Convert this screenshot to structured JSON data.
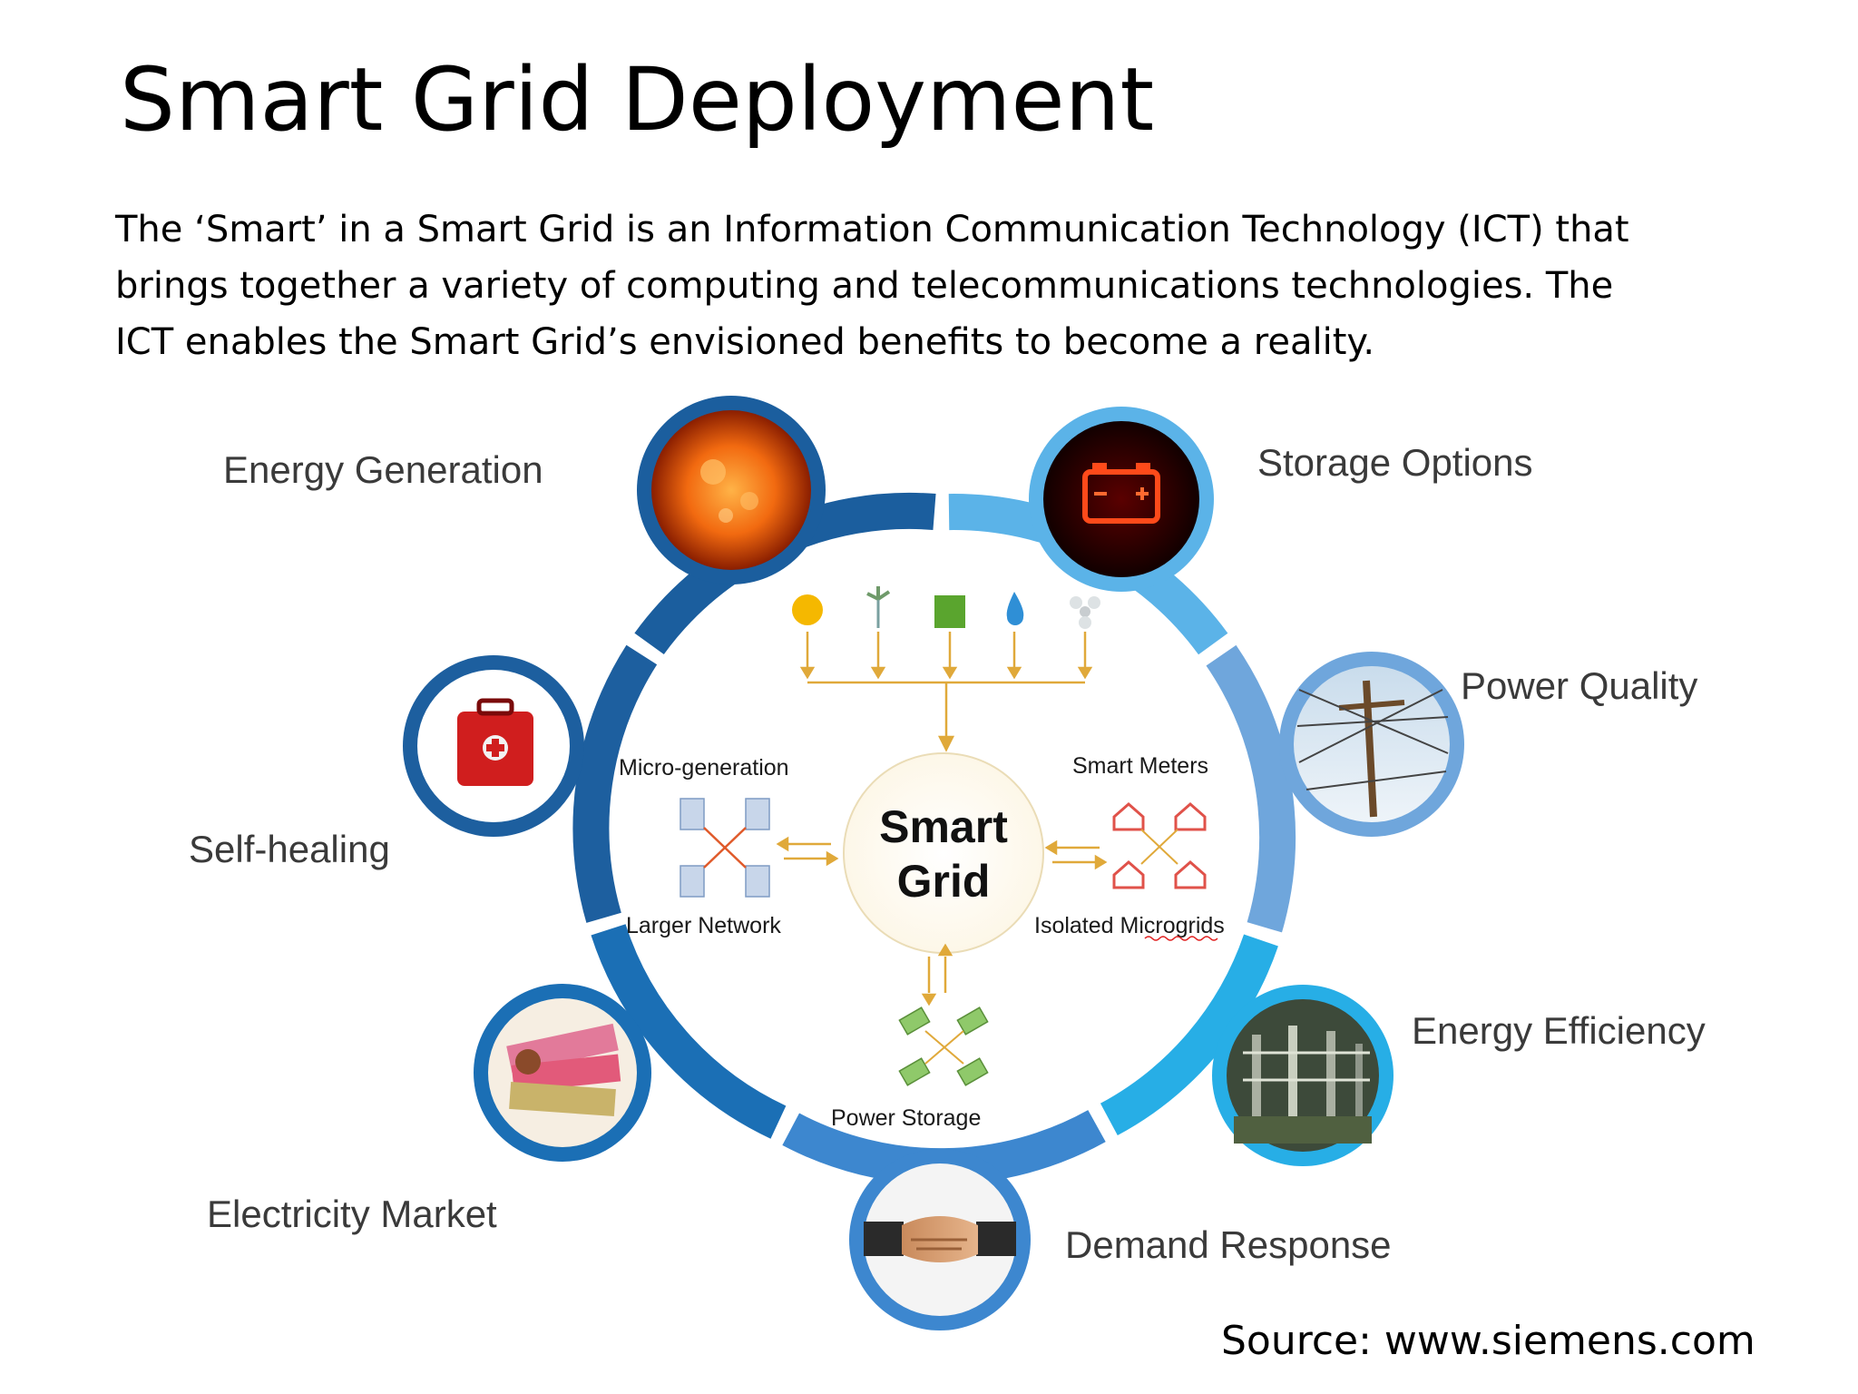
{
  "slide": {
    "title": "Smart Grid Deployment",
    "body_lines": [
      "The ‘Smart’ in a Smart Grid is an Information Communication Technology (ICT) that",
      "brings together a variety of computing and telecommunications technologies.  The",
      "ICT enables the Smart Grid’s envisioned benefits to become a reality."
    ],
    "source": "Source: www.siemens.com"
  },
  "diagram": {
    "center_line1": "Smart",
    "center_line2": "Grid",
    "outer_labels": {
      "energy_generation": "Energy Generation",
      "storage_options": "Storage Options",
      "power_quality": "Power Quality",
      "energy_efficiency": "Energy Efficiency",
      "demand_response": "Demand Response",
      "electricity_market": "Electricity Market",
      "self_healing": "Self-healing"
    },
    "inner_labels": {
      "micro_generation": "Micro-generation",
      "smart_meters": "Smart Meters",
      "larger_network": "Larger Network",
      "isolated_microgrids": "Isolated Microgrids",
      "power_storage": "Power Storage"
    },
    "colors": {
      "ring_dark": "#1b5e9e",
      "ring_mid": "#2e7fc4",
      "ring_light": "#5bb3e8",
      "ring_lightest": "#8fd0f0",
      "arrow": "#e0a93a"
    }
  }
}
